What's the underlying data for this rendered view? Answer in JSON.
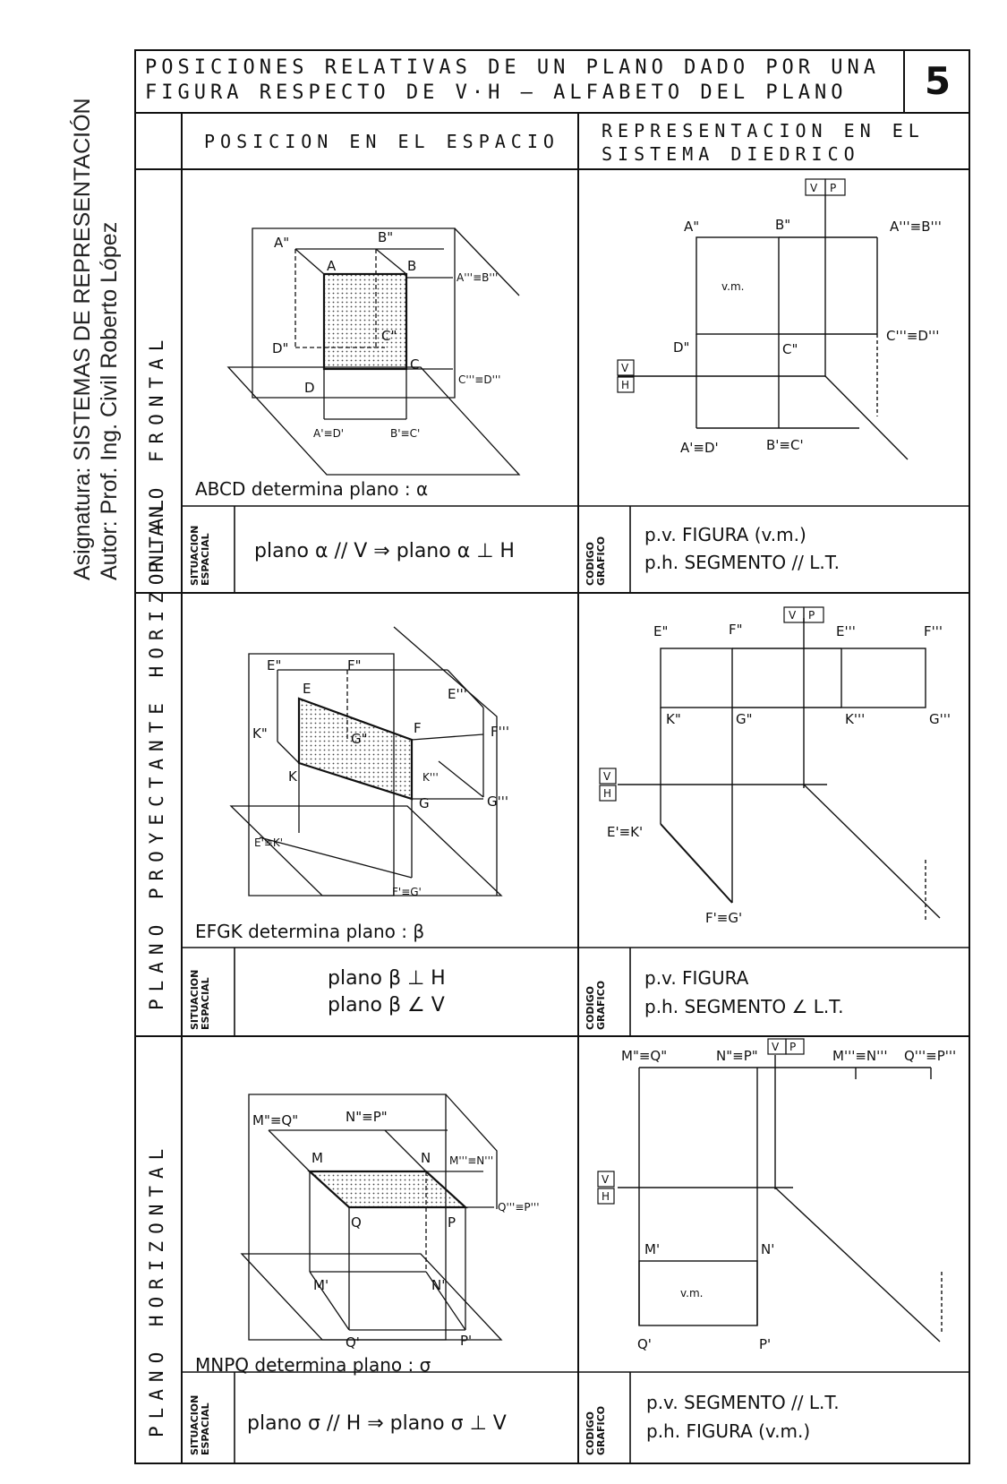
{
  "side": {
    "line1": "Asignatura: SISTEMAS DE REPRESENTACIÓN",
    "line2": "Autor: Prof. Ing. Civil Roberto López"
  },
  "header": {
    "title_line1": "POSICIONES RELATIVAS DE UN PLANO DADO POR UNA",
    "title_line2": "FIGURA RESPECTO DE V·H — ALFABETO DEL PLANO",
    "sheet_number": "5"
  },
  "columns": {
    "space": "POSICION EN EL ESPACIO",
    "diedric_1": "REPRESENTACION EN EL",
    "diedric_2": "SISTEMA DIEDRICO"
  },
  "side_labels": {
    "situacion": [
      "SITUACION",
      "ESPACIAL"
    ],
    "codigo": [
      "CODIGO",
      "GRAFICO"
    ]
  },
  "rows": [
    {
      "label": "PLANO FRONTAL",
      "figure_caption": "ABCD determina plano : α",
      "situacion": "plano α // V ⇒ plano α ⊥ H",
      "codigo_1": "p.v. FIGURA (v.m.)",
      "codigo_2": "p.h. SEGMENTO // L.T.",
      "space_points": {
        "A2": "A\"",
        "B2": "B\"",
        "A": "A",
        "B": "B",
        "A3B3": "A'''≡B'''",
        "D2": "D\"",
        "C2": "C\"",
        "C": "C",
        "D": "D",
        "C3D3": "C'''≡D'''",
        "A1D1": "A'≡D'",
        "B1C1": "B'≡C'"
      },
      "diedric_points": {
        "A2": "A\"",
        "B2": "B\"",
        "A3B3": "A'''≡B'''",
        "D2": "D\"",
        "C2": "C\"",
        "C3D3": "C'''≡D'''",
        "A1D1": "A'≡D'",
        "B1C1": "B'≡C'",
        "vm": "v.m."
      }
    },
    {
      "label": "PLANO PROYECTANTE HORIZONTAL",
      "figure_caption": "EFGK determina plano : β",
      "situacion_1": "plano β ⊥ H",
      "situacion_2": "plano β ∠ V",
      "codigo_1": "p.v. FIGURA",
      "codigo_2": "p.h. SEGMENTO ∠ L.T.",
      "space_points": {
        "E2": "E\"",
        "F2": "F\"",
        "E": "E",
        "E3": "E'''",
        "K2": "K\"",
        "G2": "G\"",
        "F": "F",
        "F3": "F'''",
        "K": "K",
        "K3": "K'''",
        "G": "G",
        "G3": "G'''",
        "E1K1": "E'≡K'",
        "F1G1": "F'≡G'"
      },
      "diedric_points": {
        "E2": "E\"",
        "F2": "F\"",
        "E3": "E'''",
        "F3": "F'''",
        "K2": "K\"",
        "G2": "G\"",
        "K3": "K'''",
        "G3": "G'''",
        "E1K1": "E'≡K'",
        "F1G1": "F'≡G'"
      }
    },
    {
      "label": "PLANO HORIZONTAL",
      "figure_caption": "MNPQ determina plano : σ",
      "situacion": "plano σ // H ⇒ plano σ ⊥ V",
      "codigo_1": "p.v. SEGMENTO // L.T.",
      "codigo_2": "p.h. FIGURA (v.m.)",
      "space_points": {
        "M2Q2": "M\"≡Q\"",
        "N2P2": "N\"≡P\"",
        "M": "M",
        "N": "N",
        "M3N3": "M'''≡N'''",
        "Q": "Q",
        "P": "P",
        "Q3P3": "Q'''≡P'''",
        "M1": "M'",
        "N1": "N'",
        "Q1": "Q'",
        "P1": "P'"
      },
      "diedric_points": {
        "M2Q2": "M\"≡Q\"",
        "N2P2": "N\"≡P\"",
        "M3N3": "M'''≡N'''",
        "Q3P3": "Q'''≡P'''",
        "M1": "M'",
        "N1": "N'",
        "Q1": "Q'",
        "P1": "P'",
        "vm": "v.m."
      }
    }
  ],
  "tags": {
    "vp": [
      "V",
      "P"
    ],
    "vh": [
      "V",
      "H"
    ]
  }
}
